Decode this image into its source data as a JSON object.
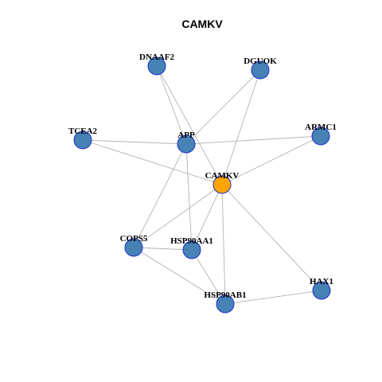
{
  "title": "CAMKV",
  "colors": {
    "hub": "#ffa500",
    "node": "#4682b4",
    "edge": "#b3b3b3",
    "border": "#1f2fd0"
  },
  "nodes": [
    {
      "id": "CAMKV",
      "label": "CAMKV",
      "hub": true
    },
    {
      "id": "APP",
      "label": "APP",
      "hub": false
    },
    {
      "id": "DNAAF2",
      "label": "DNAAF2",
      "hub": false
    },
    {
      "id": "DGUOK",
      "label": "DGUOK",
      "hub": false
    },
    {
      "id": "TCEA2",
      "label": "TCEA2",
      "hub": false
    },
    {
      "id": "ARMC1",
      "label": "ARMC1",
      "hub": false
    },
    {
      "id": "COPS5",
      "label": "COPS5",
      "hub": false
    },
    {
      "id": "HSP90AA1",
      "label": "HSP90AA1",
      "hub": false
    },
    {
      "id": "HSP90AB1",
      "label": "HSP90AB1",
      "hub": false
    },
    {
      "id": "HAX1",
      "label": "HAX1",
      "hub": false
    }
  ],
  "edges": [
    [
      "DNAAF2",
      "APP"
    ],
    [
      "DNAAF2",
      "CAMKV"
    ],
    [
      "DGUOK",
      "APP"
    ],
    [
      "DGUOK",
      "CAMKV"
    ],
    [
      "TCEA2",
      "APP"
    ],
    [
      "TCEA2",
      "CAMKV"
    ],
    [
      "APP",
      "ARMC1"
    ],
    [
      "ARMC1",
      "CAMKV"
    ],
    [
      "APP",
      "COPS5"
    ],
    [
      "APP",
      "HSP90AA1"
    ],
    [
      "CAMKV",
      "COPS5"
    ],
    [
      "CAMKV",
      "HSP90AA1"
    ],
    [
      "CAMKV",
      "HSP90AB1"
    ],
    [
      "CAMKV",
      "HAX1"
    ],
    [
      "COPS5",
      "HSP90AA1"
    ],
    [
      "COPS5",
      "HSP90AB1"
    ],
    [
      "HSP90AA1",
      "HSP90AB1"
    ],
    [
      "HSP90AB1",
      "HAX1"
    ]
  ]
}
